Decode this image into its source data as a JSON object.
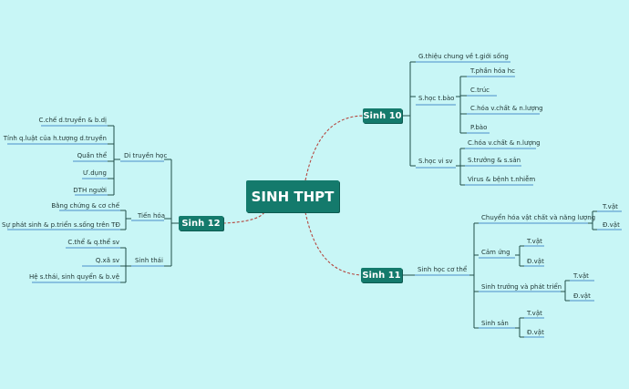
{
  "colors": {
    "background": "#c8f6f6",
    "topic_fill": "#147a6c",
    "connector": "#b5473f",
    "branch_line": "#1f4d48",
    "sub_underline": "#4a8fc9"
  },
  "center": {
    "label": "SINH THPT"
  },
  "sinh10": {
    "label": "Sinh 10",
    "gioi_thieu": "G.thiệu chung về t.giới sống",
    "te_bao": {
      "label": "S.học t.bào",
      "items": [
        "T.phần hóa hc",
        "C.trúc",
        "C.hóa v.chất & n.lượng",
        "P.bào"
      ]
    },
    "vi_sv": {
      "label": "S.học vi sv",
      "items": [
        "C.hóa v.chất & n.lượng",
        "S.trưởng & s.sản",
        "Virus & bệnh t.nhiễm"
      ]
    }
  },
  "sinh11": {
    "label": "Sinh 11",
    "co_the": "Sinh học cơ thể",
    "chuyen_hoa": {
      "label": "Chuyển hóa vật chất và năng lượng",
      "items": [
        "T.vật",
        "Đ.vật"
      ]
    },
    "cam_ung": {
      "label": "Cảm ứng",
      "items": [
        "T.vật",
        "Đ.vật"
      ]
    },
    "sinh_truong": {
      "label": "Sinh trưởng và phát triển",
      "items": [
        "T.vật",
        "Đ.vật"
      ]
    },
    "sinh_san": {
      "label": "Sinh sản",
      "items": [
        "T.vật",
        "Đ.vật"
      ]
    }
  },
  "sinh12": {
    "label": "Sinh 12",
    "di_truyen": {
      "label": "Di truyền học",
      "items": [
        "C.chế d.truyền & b.dị",
        "Tính q.luật của h.tượng d.truyền",
        "Quần thể",
        "Ư.dụng",
        "DTH người"
      ]
    },
    "tien_hoa": {
      "label": "Tiến hóa",
      "items": [
        "Bằng chứng & cơ chế",
        "Sự phát sinh & p.triển s.sống trên TĐ"
      ]
    },
    "sinh_thai": {
      "label": "Sinh thái",
      "items": [
        "C.thể & q.thể sv",
        "Q.xã sv",
        "Hệ s.thái, sinh quyển & b.vệ"
      ]
    }
  }
}
